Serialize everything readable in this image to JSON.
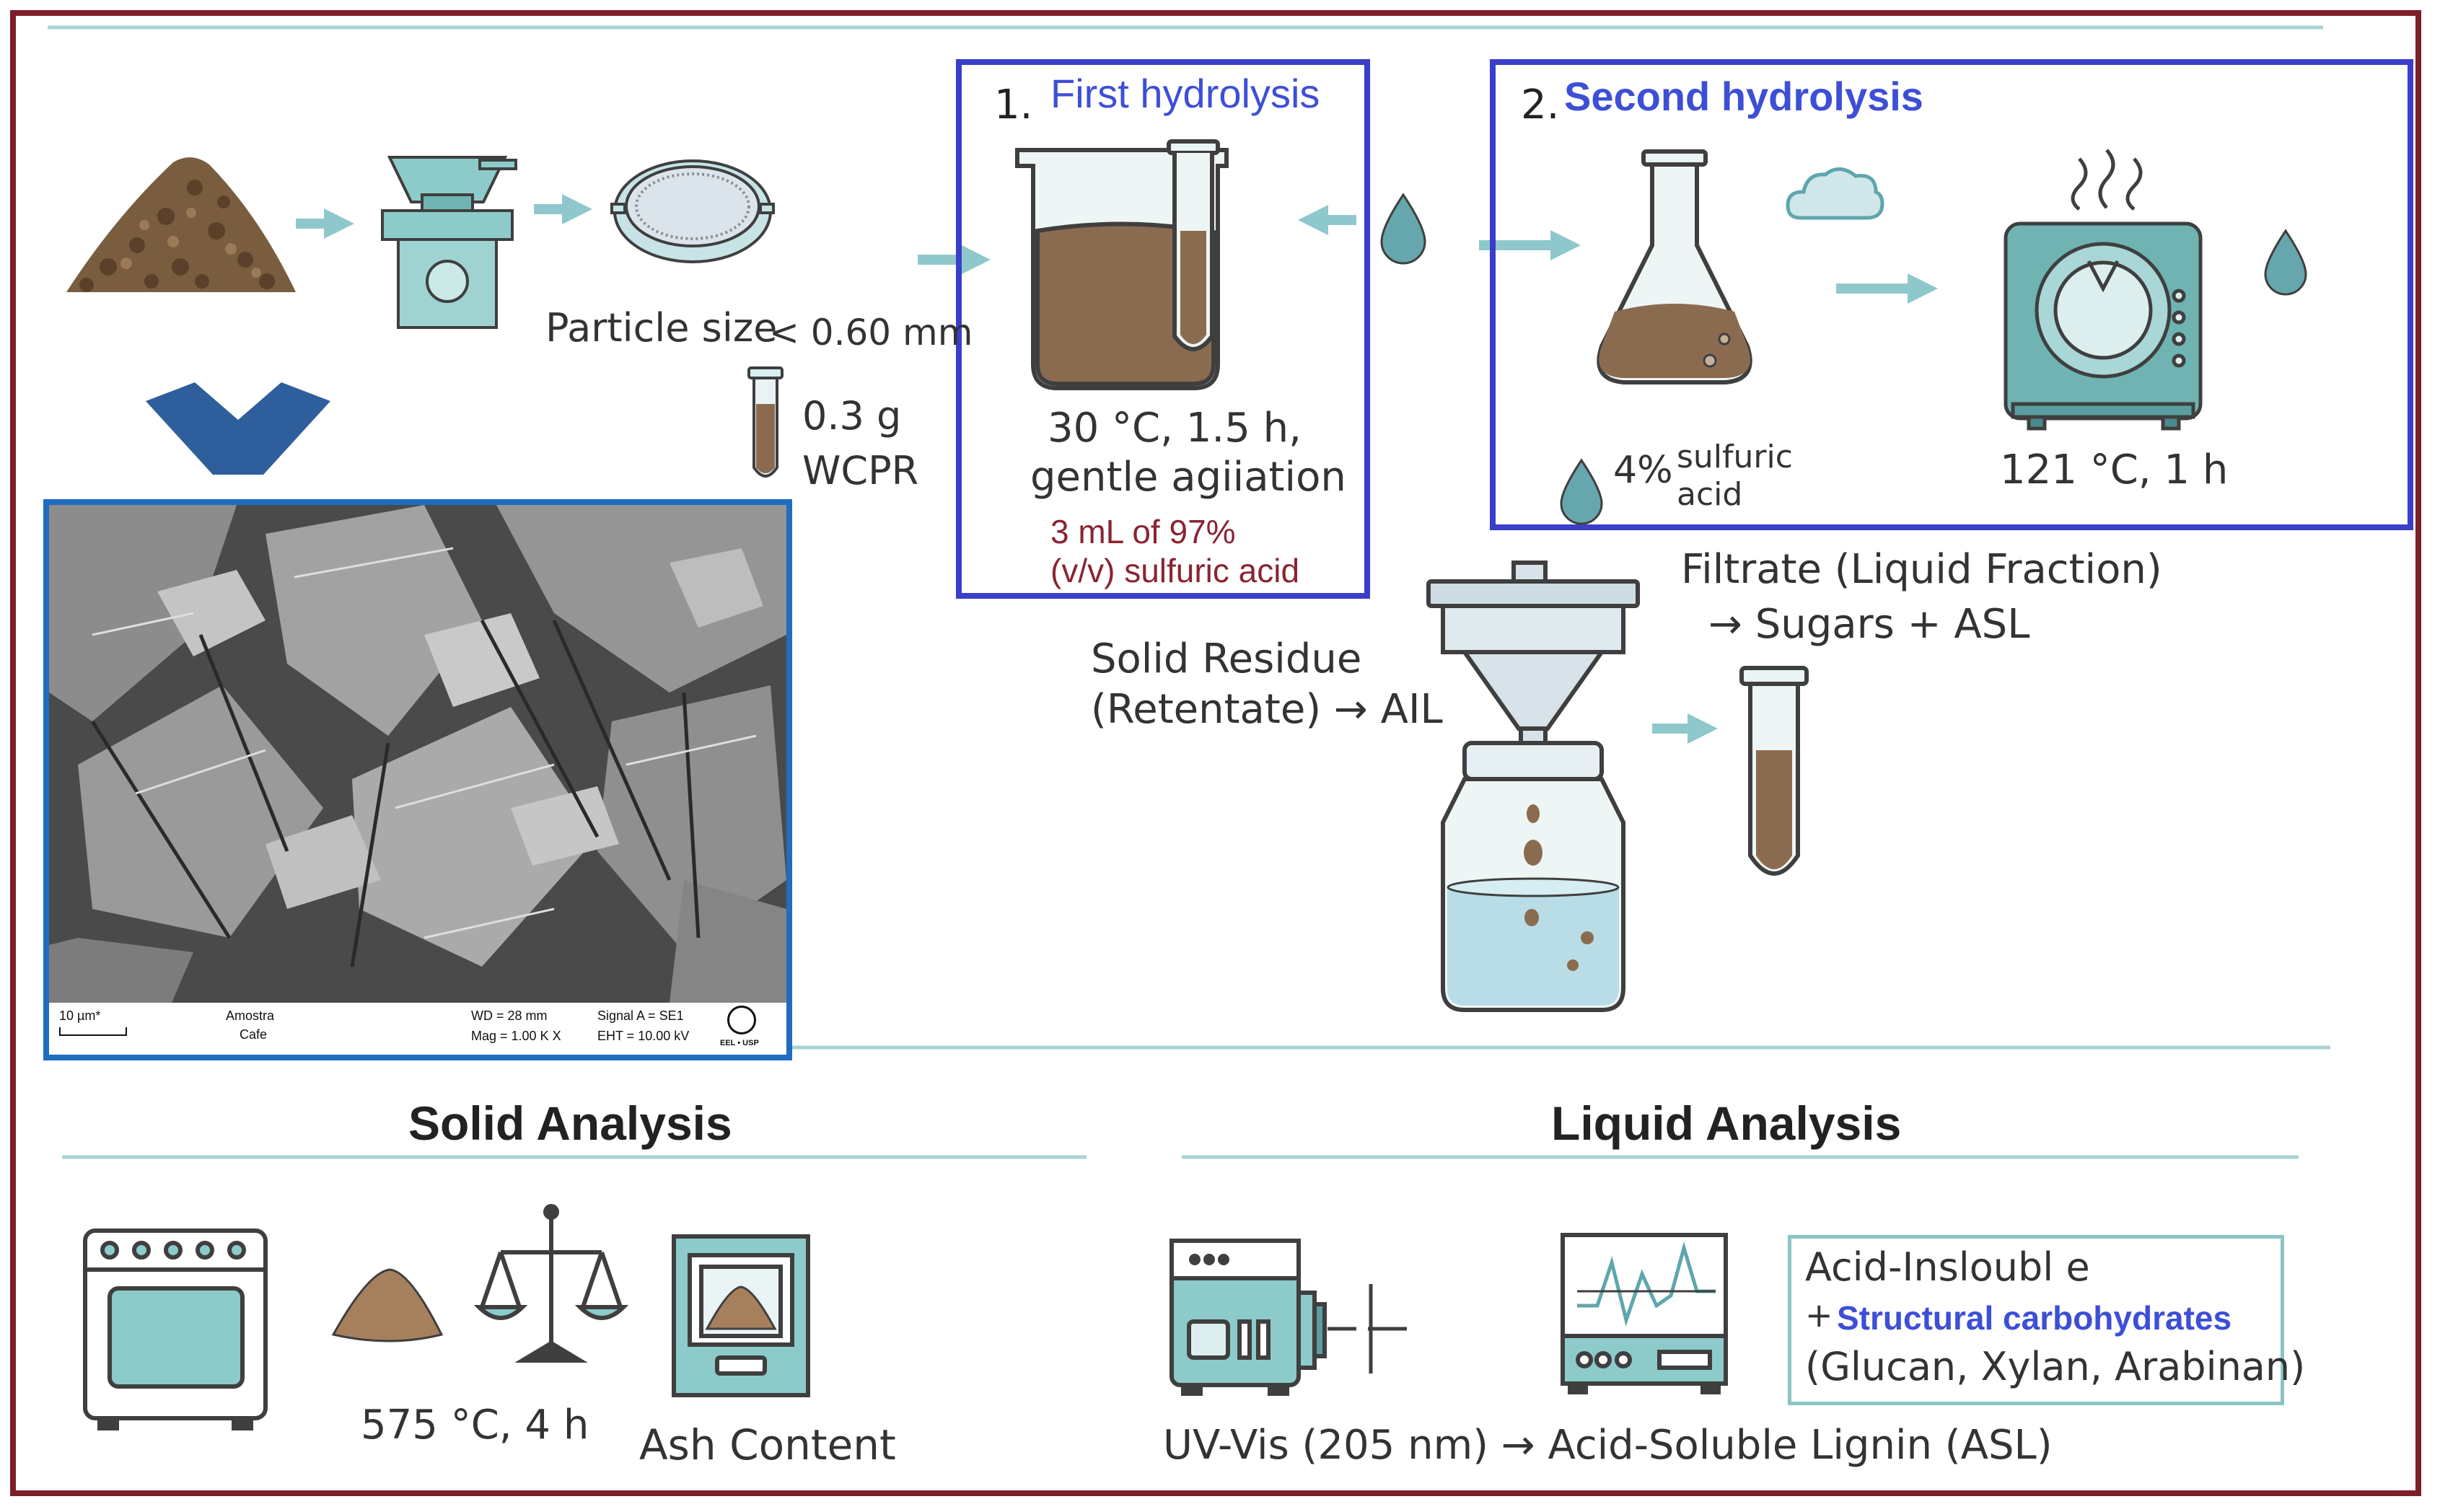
{
  "first_hydrolysis": {
    "number": "1.",
    "title": "First hydrolysis",
    "conditions_line1": "30 °C, 1.5 h,",
    "conditions_line2": "gentle agiiation",
    "reagent_line1": "3 mL of 97%",
    "reagent_line2": "(v/v) sulfuric acid"
  },
  "second_hydrolysis": {
    "number": "2.",
    "title": "Second hydrolysis",
    "acid_percent": "4%",
    "acid_name_line1": "sulfuric",
    "acid_name_line2": "acid",
    "conditions": "121 °C, 1 h"
  },
  "sample_prep": {
    "particle_size_label": "Particle size",
    "particle_size_value": "< 0.60 mm",
    "mass": "0.3 g",
    "material": "WCPR"
  },
  "filtration": {
    "filtrate_line1": "Filtrate (Liquid Fraction)",
    "filtrate_line2": "→ Sugars + ASL",
    "residue_line1": "Solid Residue",
    "residue_line2": "(Retentate) → AIL"
  },
  "sem_image": {
    "scale": "10 µm*",
    "sample_line1": "Amostra",
    "sample_line2": "Cafe",
    "wd": "WD =   28 mm",
    "mag": "Mag =    1.00 K X",
    "signal": "Signal A = SE1",
    "eht": "EHT = 10.00 kV",
    "logo_text": "EEL • USP"
  },
  "solid_analysis": {
    "heading": "Solid Analysis",
    "furnace_conditions": "575 °C, 4 h",
    "ash_label": "Ash Content"
  },
  "liquid_analysis": {
    "heading": "Liquid Analysis",
    "uv_line": "UV-Vis (205 nm) → Acid-Soluble Lignin (ASL)",
    "box_line1": "Acid-Insloubl e",
    "box_plus": "+",
    "box_line2": "Structural carbohydrates",
    "box_line3": "(Glucan, Xylan, Arabinan)"
  },
  "colors": {
    "frame": "#7d1f2a",
    "teal": "#5fa6ad",
    "teal_light": "#cfe7ea",
    "box_blue": "#3a3ec8",
    "title_blue": "#3d4fd6",
    "reagent_red": "#8a2433",
    "liquid_brown": "#8b6b4f",
    "down_arrow": "#2f5e9c",
    "sem_border": "#1f6cc1"
  }
}
